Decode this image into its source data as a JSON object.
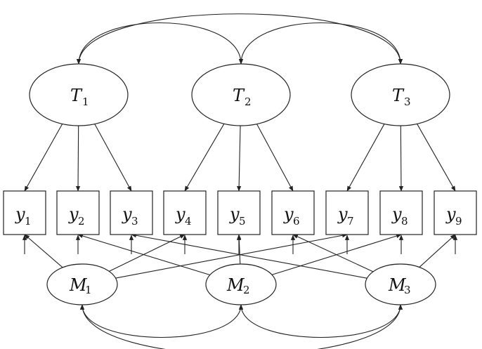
{
  "traits": [
    {
      "id": "T1",
      "label": "T",
      "sub": "1"
    },
    {
      "id": "T2",
      "label": "T",
      "sub": "2"
    },
    {
      "id": "T3",
      "label": "T",
      "sub": "3"
    }
  ],
  "indicators": [
    {
      "id": "y1",
      "label": "y",
      "sub": "1"
    },
    {
      "id": "y2",
      "label": "y",
      "sub": "2"
    },
    {
      "id": "y3",
      "label": "y",
      "sub": "3"
    },
    {
      "id": "y4",
      "label": "y",
      "sub": "4"
    },
    {
      "id": "y5",
      "label": "y",
      "sub": "5"
    },
    {
      "id": "y6",
      "label": "y",
      "sub": "6"
    },
    {
      "id": "y7",
      "label": "y",
      "sub": "7"
    },
    {
      "id": "y8",
      "label": "y",
      "sub": "8"
    },
    {
      "id": "y9",
      "label": "y",
      "sub": "9"
    }
  ],
  "methods": [
    {
      "id": "M1",
      "label": "M",
      "sub": "1"
    },
    {
      "id": "M2",
      "label": "M",
      "sub": "2"
    },
    {
      "id": "M3",
      "label": "M",
      "sub": "3"
    }
  ],
  "trait_loadings": [
    [
      "T1",
      "y1"
    ],
    [
      "T1",
      "y2"
    ],
    [
      "T1",
      "y3"
    ],
    [
      "T2",
      "y4"
    ],
    [
      "T2",
      "y5"
    ],
    [
      "T2",
      "y6"
    ],
    [
      "T3",
      "y7"
    ],
    [
      "T3",
      "y8"
    ],
    [
      "T3",
      "y9"
    ]
  ],
  "method_loadings": [
    [
      "M1",
      "y1"
    ],
    [
      "M1",
      "y4"
    ],
    [
      "M1",
      "y7"
    ],
    [
      "M2",
      "y2"
    ],
    [
      "M2",
      "y5"
    ],
    [
      "M2",
      "y8"
    ],
    [
      "M3",
      "y3"
    ],
    [
      "M3",
      "y6"
    ],
    [
      "M3",
      "y9"
    ]
  ],
  "trait_covariances": [
    [
      "T1",
      "T2"
    ],
    [
      "T2",
      "T3"
    ],
    [
      "T1",
      "T3"
    ]
  ],
  "method_covariances": [
    [
      "M1",
      "M2"
    ],
    [
      "M2",
      "M3"
    ],
    [
      "M1",
      "M3"
    ]
  ],
  "colors": {
    "stroke": "#222222",
    "background": "#ffffff"
  }
}
